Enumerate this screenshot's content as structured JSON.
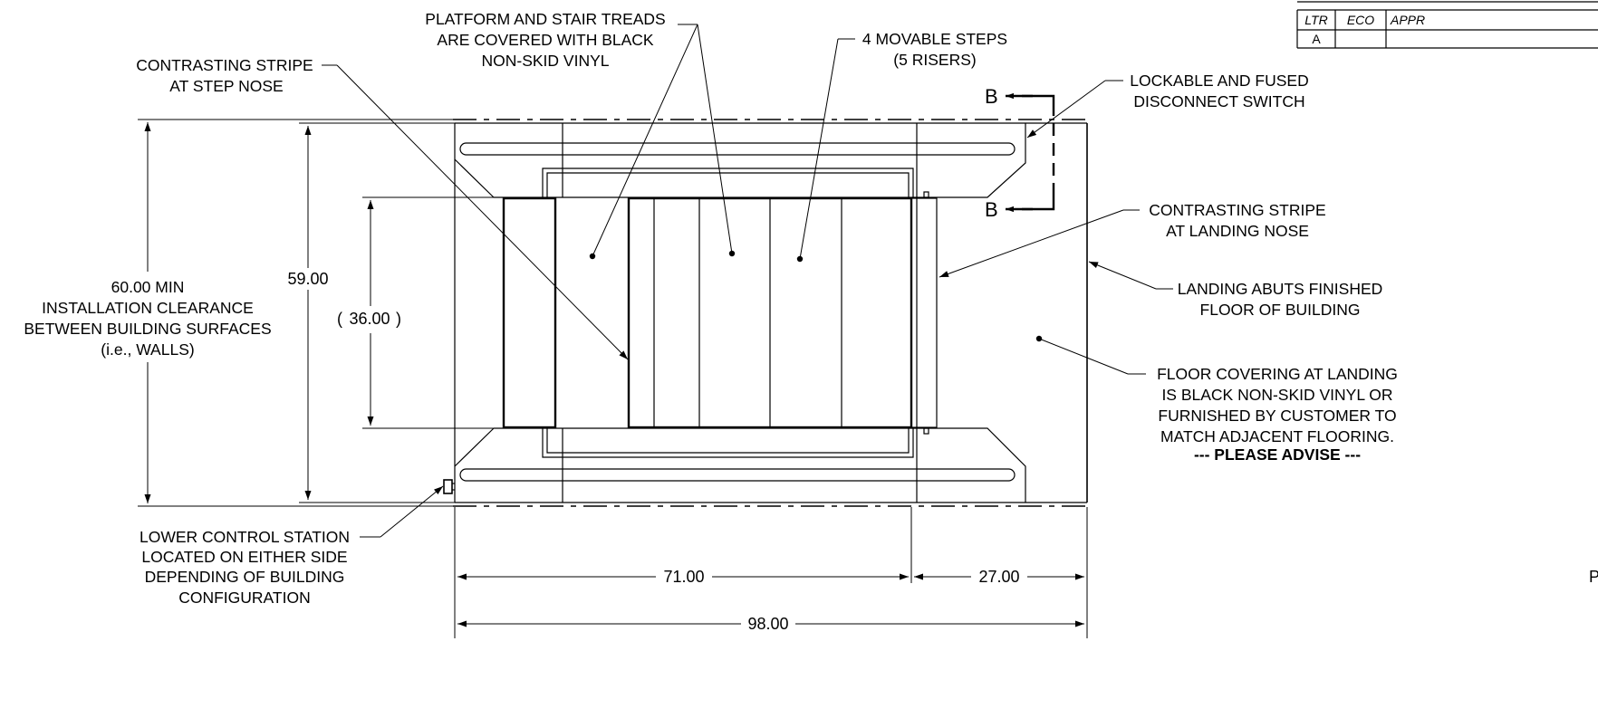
{
  "revision_table": {
    "headers": [
      "LTR",
      "ECO",
      "APPR"
    ],
    "rows": [
      [
        "A",
        "",
        ""
      ]
    ]
  },
  "callouts": {
    "platform_treads": [
      "PLATFORM AND STAIR TREADS",
      "ARE COVERED WITH BLACK",
      "NON-SKID VINYL"
    ],
    "movable_steps": [
      "4 MOVABLE STEPS",
      "(5 RISERS)"
    ],
    "step_nose_stripe": [
      "CONTRASTING STRIPE",
      "AT STEP NOSE"
    ],
    "disconnect_switch": [
      "LOCKABLE AND FUSED",
      "DISCONNECT SWITCH"
    ],
    "landing_nose_stripe": [
      "CONTRASTING STRIPE",
      "AT LANDING NOSE"
    ],
    "landing_abuts": [
      "LANDING ABUTS FINISHED",
      "FLOOR OF BUILDING"
    ],
    "floor_covering": [
      "FLOOR COVERING AT LANDING",
      "IS BLACK NON-SKID VINYL OR",
      "FURNISHED BY CUSTOMER TO",
      "MATCH ADJACENT FLOORING.",
      "--- PLEASE ADVISE ---"
    ],
    "lower_control": [
      "LOWER CONTROL STATION",
      "LOCATED ON EITHER SIDE",
      "DEPENDING OF BUILDING",
      "CONFIGURATION"
    ],
    "clearance": [
      "60.00 MIN",
      "INSTALLATION CLEARANCE",
      "BETWEEN BUILDING SURFACES",
      "(i.e., WALLS)"
    ]
  },
  "dimensions": {
    "width_59": "59.00",
    "width_36": "36.00",
    "length_71": "71.00",
    "length_27": "27.00",
    "length_98": "98.00"
  },
  "section_marks": {
    "top": "B",
    "bottom": "B"
  },
  "edge_text": "P"
}
